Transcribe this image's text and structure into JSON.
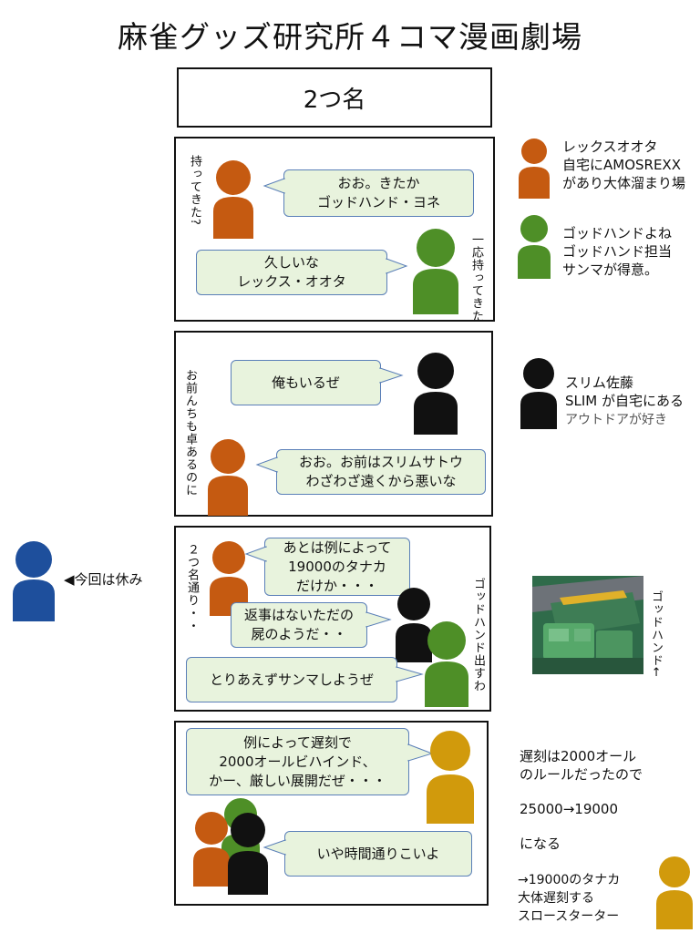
{
  "header": {
    "title": "麻雀グッズ研究所４コマ漫画劇場",
    "subtitle": "2つ名"
  },
  "colors": {
    "orange": "#c55a11",
    "green": "#4e8f27",
    "black": "#111111",
    "blue": "#1e4f9c",
    "gold": "#d19a0c",
    "bubble_fill": "#e8f3dd",
    "bubble_border": "#5a7fb8"
  },
  "panel1": {
    "bubble_a": "おお。きたか\nゴッドハンド・ヨネ",
    "bubble_b": "久しいな\nレックス・オオタ",
    "side_left": "持ってきた?",
    "side_right": "一応持ってきた"
  },
  "panel2": {
    "bubble_a": "俺もいるぜ",
    "bubble_b": "おお。お前はスリムサトウ\nわざわざ遠くから悪いな",
    "side_left": "お前んちも卓あるのに"
  },
  "panel3": {
    "bubble_a": "あとは例によって\n19000のタナカ\nだけか・・・",
    "bubble_b": "返事はないただの\n屍のようだ・・",
    "bubble_c": "とりあえずサンマしようぜ",
    "side_left": "２つ名通り・・",
    "side_right": "ゴッドハンド出すわ"
  },
  "panel4": {
    "bubble_a": "例によって遅刻で\n2000オールビハインド、\nかー、厳しい展開だぜ・・・",
    "bubble_b": "いや時間通りこいよ"
  },
  "characters": {
    "rex": "レックスオオタ\n自宅にAMOSREXX\nがあり大体溜まり場",
    "yone": "ゴッドハンドよね\nゴッドハンド担当\nサンマが得意。",
    "slim_name": "スリム佐藤\nSLIM が自宅にある",
    "slim_note": "アウトドアが好き",
    "tanaka": "→19000のタナカ\n大体遅刻する\nスロースターター"
  },
  "notes": {
    "rest": "◀今回は休み",
    "photo_caption": "ゴッドハンド←",
    "late_rule": "遅刻は2000オール\nのルールだったので",
    "score": "25000→19000",
    "result": "になる"
  }
}
